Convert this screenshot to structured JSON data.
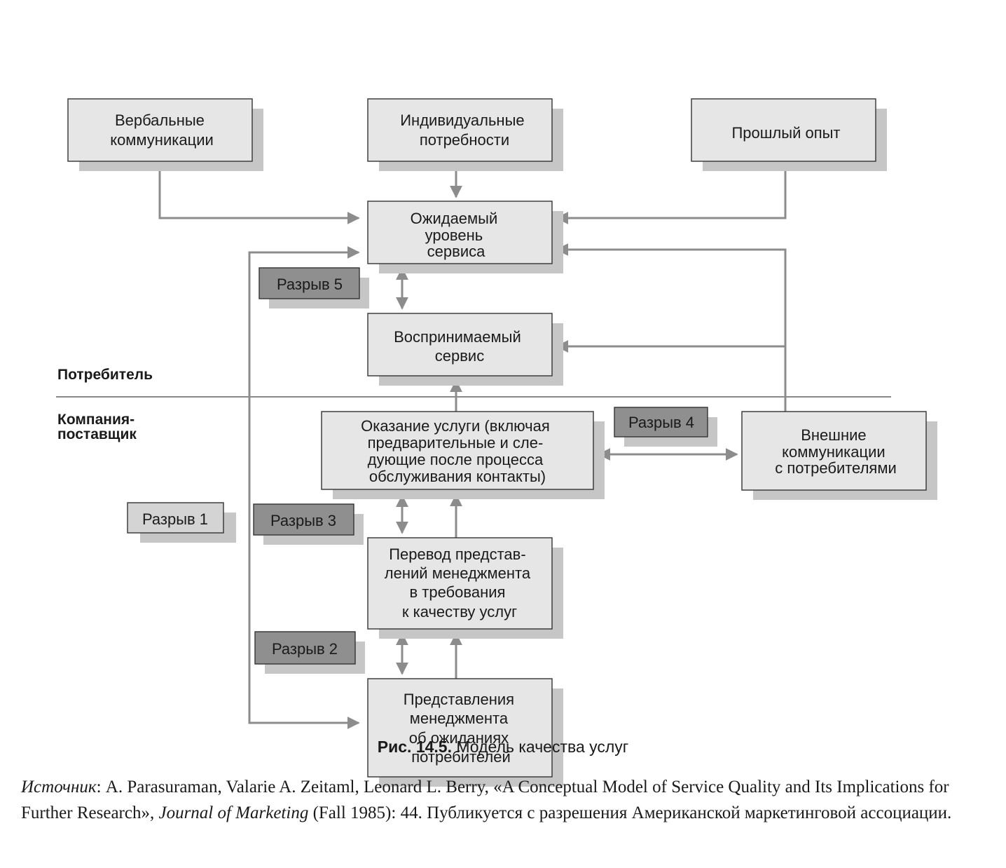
{
  "nodes": {
    "verbal": [
      "Вербальные",
      "коммуникации"
    ],
    "needs": [
      "Индивидуальные",
      "потребности"
    ],
    "experience": [
      "Прошлый опыт"
    ],
    "expected": [
      "Ожидаемый",
      "уровень",
      "сервиса"
    ],
    "perceived": [
      "Воспринимаемый",
      "сервис"
    ],
    "delivery": [
      "Оказание услуги (включая",
      "предварительные и сле-",
      "дующие после процесса",
      "обслуживания контакты)"
    ],
    "external": [
      "Внешние",
      "коммуникации",
      "с потребителями"
    ],
    "translation": [
      "Перевод представ-",
      "лений менеджмента",
      "в требования",
      "к качеству услуг"
    ],
    "management": [
      "Представления",
      "менеджмента",
      "об ожиданиях",
      "потребителей"
    ]
  },
  "gaps": {
    "gap1": "Разрыв 1",
    "gap2": "Разрыв 2",
    "gap3": "Разрыв 3",
    "gap4": "Разрыв 4",
    "gap5": "Разрыв 5"
  },
  "zones": {
    "consumer": "Потребитель",
    "provider": [
      "Компания-",
      "поставщик"
    ]
  },
  "caption": {
    "number": "Рис. 14.5.",
    "title": " Модель качества услуг"
  },
  "source": {
    "label": "Источник",
    "part1": ": A. Parasuraman, Valarie A. Zeitaml, Leonard L. Berry, «A Conceptual Model of Service Quality and Its Implications for Further Research», ",
    "journal": "Journal of Marketing",
    "part2": " (Fall 1985): 44. Публикуется с разрешения Американской маркетинговой ассоциации."
  },
  "colors": {
    "box_fill": "#e6e6e6",
    "shadow": "#c6c6c6",
    "arrow": "#8c8c8c",
    "gap_dark": "#8f8f8f",
    "gap_light": "#d4d4d4"
  }
}
